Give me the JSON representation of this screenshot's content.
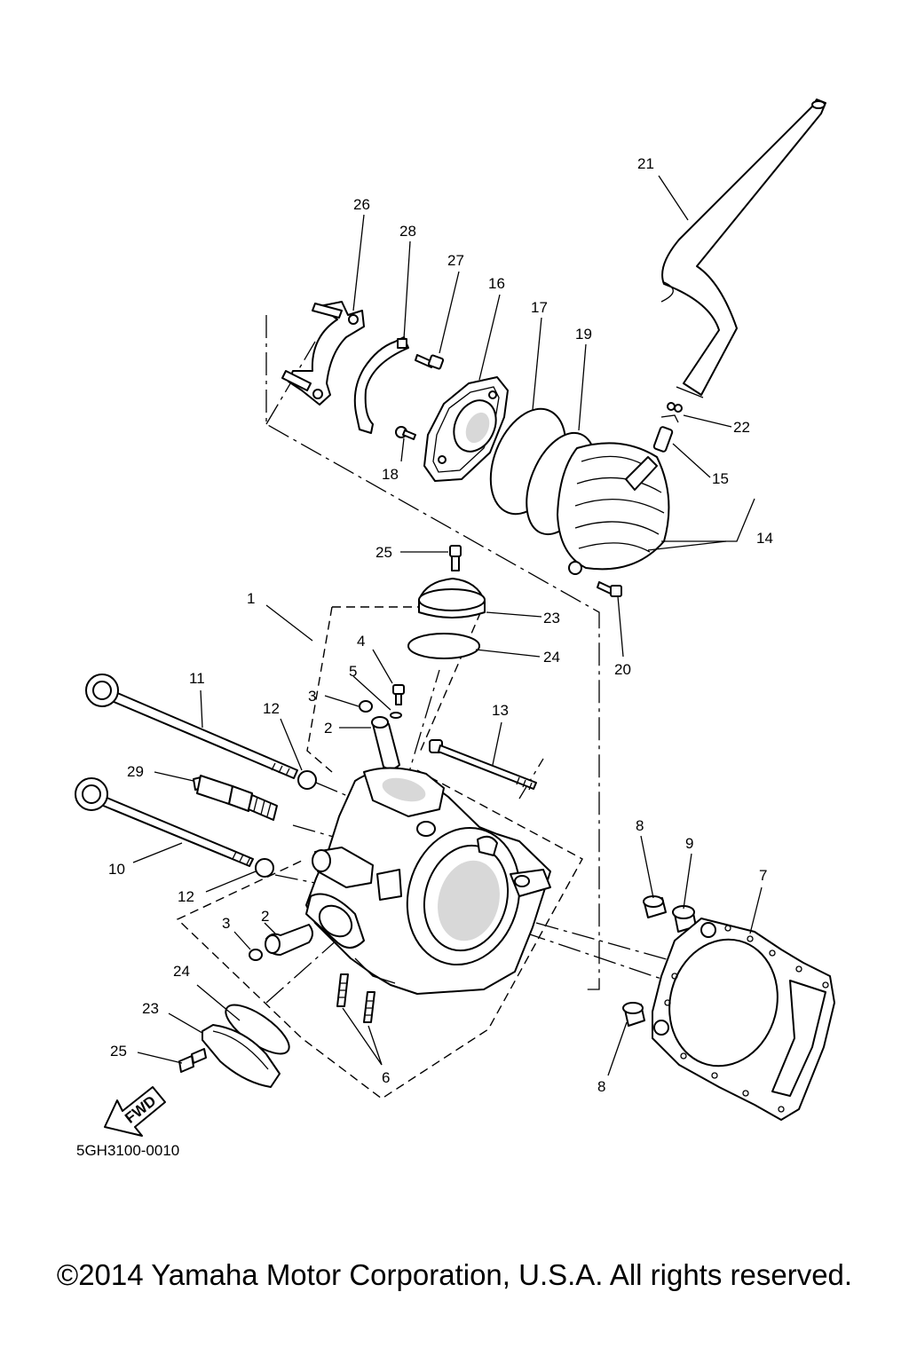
{
  "diagram_code": "5GH3100-0010",
  "fwd_label": "FWD",
  "copyright": "©2014 Yamaha Motor Corporation, U.S.A. All rights reserved.",
  "callouts": [
    "1",
    "2",
    "2",
    "3",
    "3",
    "4",
    "5",
    "6",
    "7",
    "8",
    "8",
    "9",
    "10",
    "11",
    "12",
    "12",
    "13",
    "14",
    "15",
    "16",
    "17",
    "18",
    "19",
    "20",
    "21",
    "22",
    "23",
    "23",
    "24",
    "24",
    "25",
    "25",
    "26",
    "27",
    "28",
    "29"
  ]
}
